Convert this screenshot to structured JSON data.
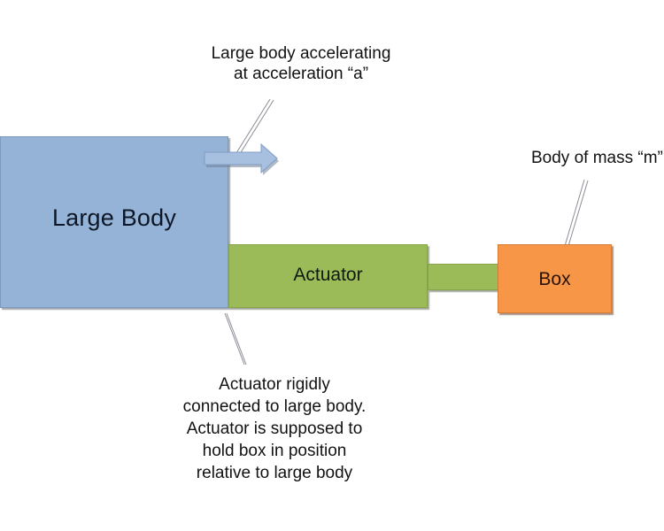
{
  "diagram": {
    "blocks": {
      "large_body": {
        "label": "Large Body",
        "color": "#95b3d7"
      },
      "actuator": {
        "label": "Actuator",
        "color": "#9bbb59"
      },
      "rod": {
        "label": "",
        "color": "#9bbb59"
      },
      "box": {
        "label": "Box",
        "color": "#f79646"
      }
    },
    "arrow": {
      "direction": "right",
      "meaning": "acceleration",
      "color": "#9bb8dc"
    },
    "callouts": {
      "acceleration": {
        "lines": [
          "Large body accelerating",
          "at acceleration “a”"
        ]
      },
      "mass": {
        "lines": [
          "Body of mass “m”"
        ]
      },
      "actuator_note": {
        "lines": [
          "Actuator rigidly",
          "connected to large body.",
          "Actuator is supposed to",
          "hold box in position",
          "relative to large body"
        ]
      }
    }
  }
}
